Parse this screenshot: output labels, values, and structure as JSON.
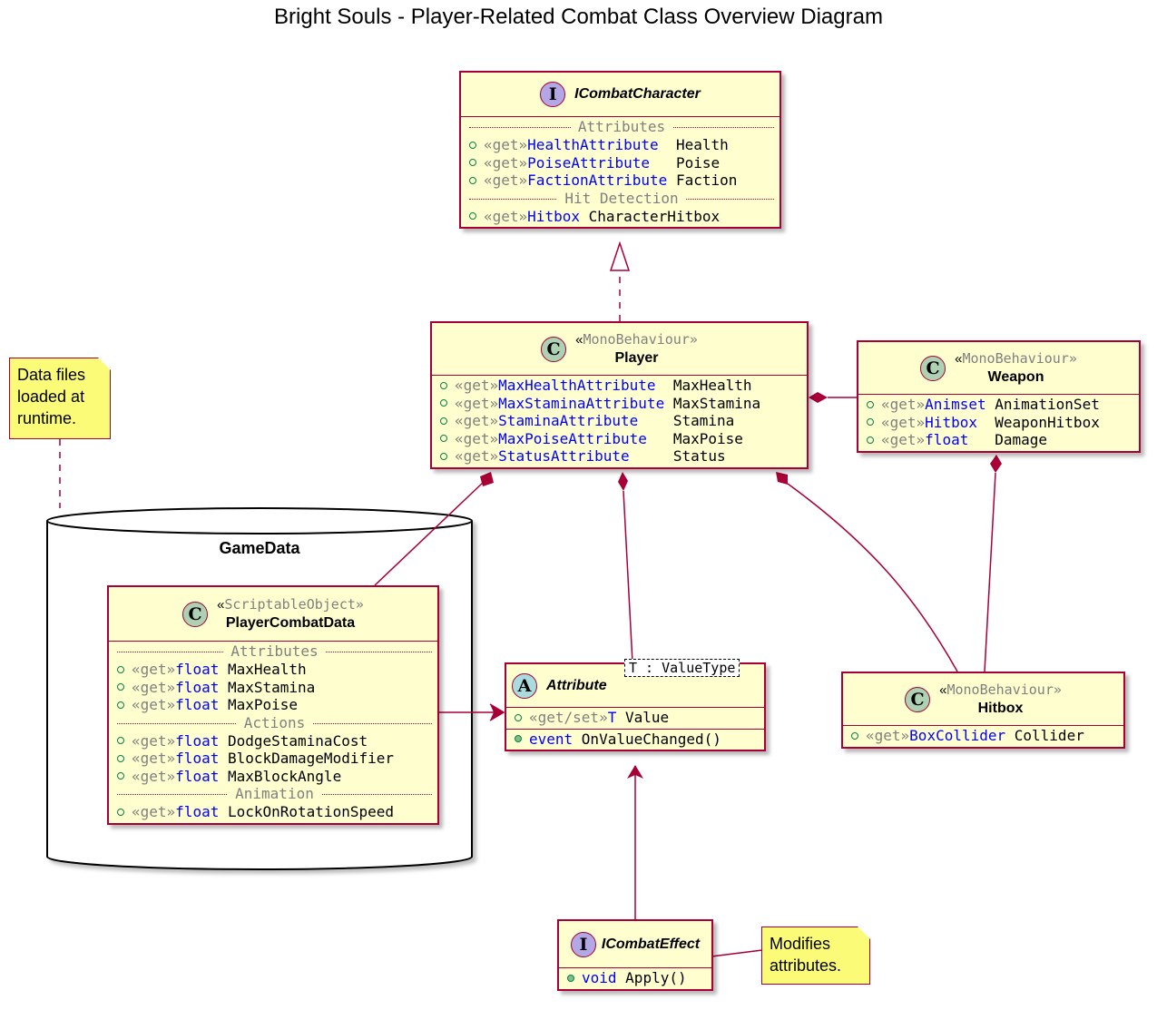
{
  "title": "Bright Souls - Player-Related Combat Class Overview Diagram",
  "colors": {
    "class_fill": "#fefece",
    "border": "#a80036",
    "note_fill": "#fbfb77",
    "type_text": "#0000ff",
    "keyword_text": "#808080",
    "class_badge": "#add1b2",
    "interface_badge": "#b4a7e5",
    "abstract_badge": "#a9dcdf"
  },
  "database": {
    "label": "GameData"
  },
  "notes": {
    "datafiles": "Data files\nloaded at\nruntime.",
    "modifies": "Modifies\nattributes."
  },
  "icombatcharacter": {
    "badge": "I",
    "name": "ICombatCharacter",
    "sections": [
      {
        "label": "Attributes",
        "members": [
          {
            "kw": "«get»",
            "type": "HealthAttribute  ",
            "name": "Health"
          },
          {
            "kw": "«get»",
            "type": "PoiseAttribute   ",
            "name": "Poise"
          },
          {
            "kw": "«get»",
            "type": "FactionAttribute ",
            "name": "Faction"
          }
        ]
      },
      {
        "label": "Hit Detection",
        "members": [
          {
            "kw": "«get»",
            "type": "Hitbox ",
            "name": "CharacterHitbox"
          }
        ]
      }
    ]
  },
  "player": {
    "badge": "C",
    "stereotype": "MonoBehaviour",
    "name": "Player",
    "members": [
      {
        "kw": "«get»",
        "type": "MaxHealthAttribute  ",
        "name": "MaxHealth"
      },
      {
        "kw": "«get»",
        "type": "MaxStaminaAttribute ",
        "name": "MaxStamina"
      },
      {
        "kw": "«get»",
        "type": "StaminaAttribute    ",
        "name": "Stamina"
      },
      {
        "kw": "«get»",
        "type": "MaxPoiseAttribute   ",
        "name": "MaxPoise"
      },
      {
        "kw": "«get»",
        "type": "StatusAttribute     ",
        "name": "Status"
      }
    ]
  },
  "weapon": {
    "badge": "C",
    "stereotype": "MonoBehaviour",
    "name": "Weapon",
    "members": [
      {
        "kw": "«get»",
        "type": "Animset ",
        "name": "AnimationSet"
      },
      {
        "kw": "«get»",
        "type": "Hitbox  ",
        "name": "WeaponHitbox"
      },
      {
        "kw": "«get»",
        "type": "float   ",
        "name": "Damage"
      }
    ]
  },
  "playercombatdata": {
    "badge": "C",
    "stereotype": "ScriptableObject",
    "name": "PlayerCombatData",
    "sections": [
      {
        "label": "Attributes",
        "members": [
          {
            "kw": "«get»",
            "type": "float ",
            "name": "MaxHealth"
          },
          {
            "kw": "«get»",
            "type": "float ",
            "name": "MaxStamina"
          },
          {
            "kw": "«get»",
            "type": "float ",
            "name": "MaxPoise"
          }
        ]
      },
      {
        "label": "Actions",
        "members": [
          {
            "kw": "«get»",
            "type": "float ",
            "name": "DodgeStaminaCost"
          },
          {
            "kw": "«get»",
            "type": "float ",
            "name": "BlockDamageModifier"
          },
          {
            "kw": "«get»",
            "type": "float ",
            "name": "MaxBlockAngle"
          }
        ]
      },
      {
        "label": "Animation",
        "members": [
          {
            "kw": "«get»",
            "type": "float ",
            "name": "LockOnRotationSpeed"
          }
        ]
      }
    ]
  },
  "attribute": {
    "badge": "A",
    "name": "Attribute",
    "type_param": "T : ValueType",
    "fields": [
      {
        "kw": "«get/set»",
        "type": "T ",
        "name": "Value"
      }
    ],
    "methods": [
      {
        "kw": "",
        "type": "event ",
        "name": "OnValueChanged()"
      }
    ]
  },
  "hitbox": {
    "badge": "C",
    "stereotype": "MonoBehaviour",
    "name": "Hitbox",
    "members": [
      {
        "kw": "«get»",
        "type": "BoxCollider ",
        "name": "Collider"
      }
    ]
  },
  "icombateffect": {
    "badge": "I",
    "name": "ICombatEffect",
    "methods": [
      {
        "kw": "",
        "type": "void ",
        "name": "Apply()"
      }
    ]
  }
}
